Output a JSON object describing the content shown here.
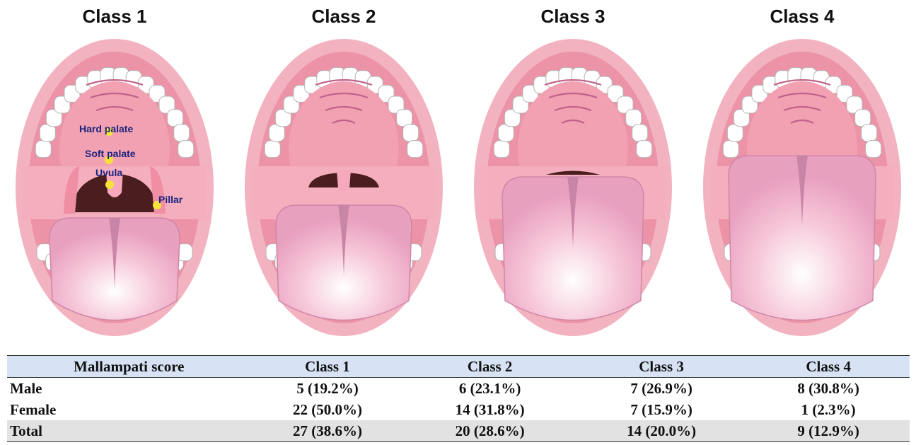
{
  "panels": [
    {
      "title": "Class 1",
      "visible": {
        "hard_palate": true,
        "soft_palate": true,
        "uvula": true,
        "pillars": true
      }
    },
    {
      "title": "Class 2",
      "visible": {
        "hard_palate": true,
        "soft_palate": true,
        "uvula": true,
        "pillars": false
      }
    },
    {
      "title": "Class 3",
      "visible": {
        "hard_palate": true,
        "soft_palate": true,
        "uvula": false,
        "pillars": false
      }
    },
    {
      "title": "Class 4",
      "visible": {
        "hard_palate": true,
        "soft_palate": false,
        "uvula": false,
        "pillars": false
      }
    }
  ],
  "annotations": {
    "hard_palate": "Hard palate",
    "soft_palate": "Soft palate",
    "uvula": "Uvula",
    "pillar": "Pillar"
  },
  "table": {
    "header": [
      "Mallampati score",
      "Class 1",
      "Class 2",
      "Class 3",
      "Class 4"
    ],
    "rows": [
      [
        "Male",
        "5 (19.2%)",
        "6 (23.1%)",
        "7 (26.9%)",
        "8 (30.8%)"
      ],
      [
        "Female",
        "22 (50.0%)",
        "14 (31.8%)",
        "7 (15.9%)",
        "1 (2.3%)"
      ],
      [
        "Total",
        "27 (38.6%)",
        "20 (28.6%)",
        "14 (20.0%)",
        "9 (12.9%)"
      ]
    ]
  },
  "colors": {
    "lip": "#f3b2bf",
    "mouth_inner": "#ec93a7",
    "palate": "#f2a1b2",
    "throat": "#4a1d1f",
    "tongue": "#f6c6d8",
    "tongue_groove": "#c985a6",
    "tooth": "#ffffff",
    "tooth_line": "#b5b5b5",
    "annotation_text": "#1a237e",
    "annotation_dot": "#f7e23a",
    "table_header_bg": "#d7e3f4",
    "table_total_bg": "#e2e2e2"
  }
}
